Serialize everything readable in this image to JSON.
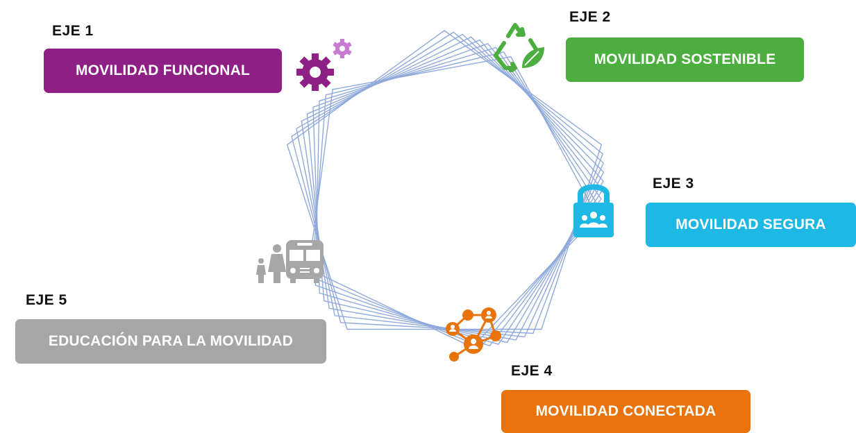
{
  "axes": [
    {
      "title": "EJE 1",
      "label": "MOVILIDAD FUNCIONAL",
      "color": "#8E1F84",
      "icon": "gears-icon"
    },
    {
      "title": "EJE 2",
      "label": "MOVILIDAD SOSTENIBLE",
      "color": "#4BAE3E",
      "icon": "recycle-leaf-icon"
    },
    {
      "title": "EJE 3",
      "label": "MOVILIDAD SEGURA",
      "color": "#1DB8E4",
      "icon": "padlock-people-icon"
    },
    {
      "title": "EJE 4",
      "label": "MOVILIDAD CONECTADA",
      "color": "#E8730A",
      "icon": "network-people-icon"
    },
    {
      "title": "EJE 5",
      "label": "EDUCACIÓN PARA LA MOVILIDAD",
      "color": "#A6A6A6",
      "icon": "bus-family-icon"
    }
  ],
  "ring_color": "#8FA9DC"
}
